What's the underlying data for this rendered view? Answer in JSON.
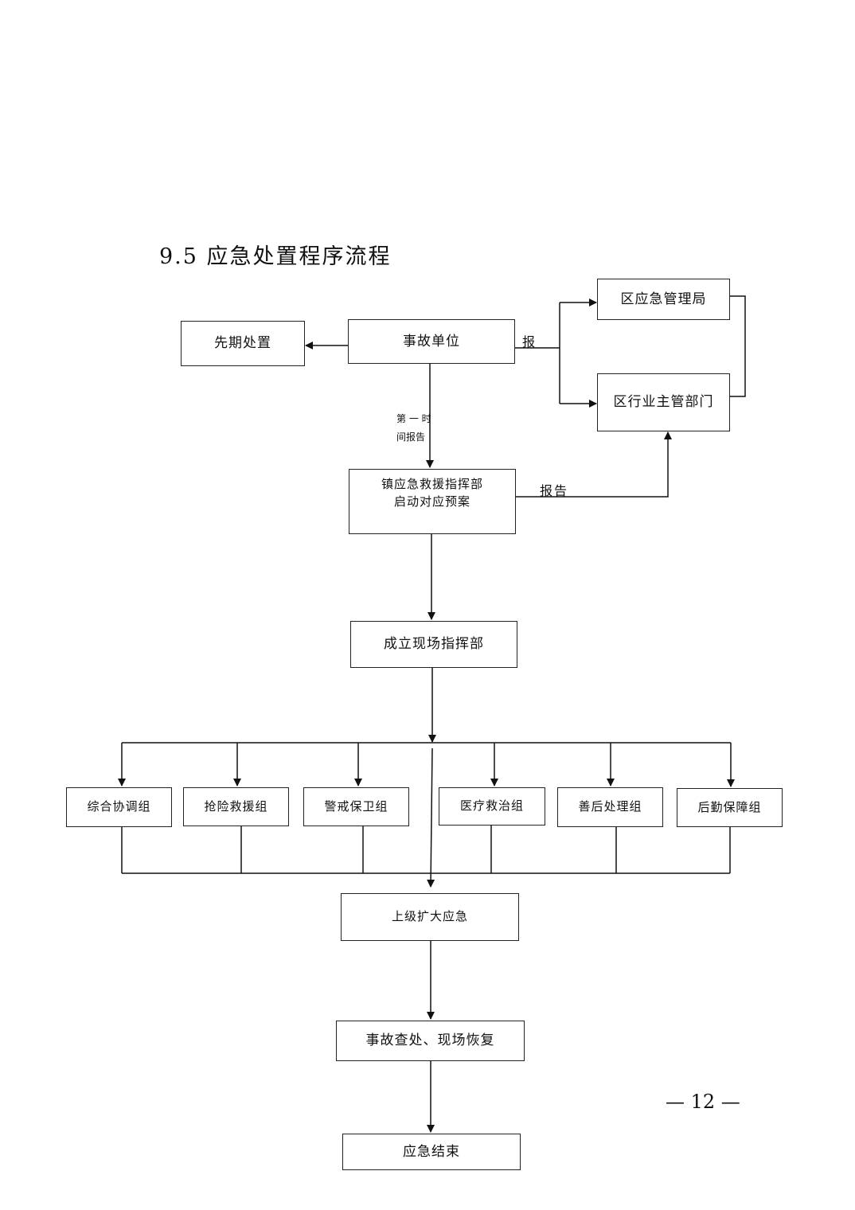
{
  "title": "9.5 应急处置程序流程",
  "nodes": {
    "initial_response": "先期处置",
    "accident_unit": "事故单位",
    "district_emergency_bureau": "区应急管理局",
    "district_industry_dept": "区行业主管部门",
    "town_command": "镇应急救援指挥部\n启动对应预案",
    "field_command": "成立现场指挥部",
    "groups": [
      "综合协调组",
      "抢险救援组",
      "警戒保卫组",
      "医疗救治组",
      "善后处理组",
      "后勤保障组"
    ],
    "escalation": "上级扩大应急",
    "investigation": "事故查处、现场恢复",
    "end": "应急结束"
  },
  "labels": {
    "report_short": "报",
    "first_time_report": "第 一 时\n间报告",
    "report": "报告"
  },
  "page_number": "— 12 —"
}
